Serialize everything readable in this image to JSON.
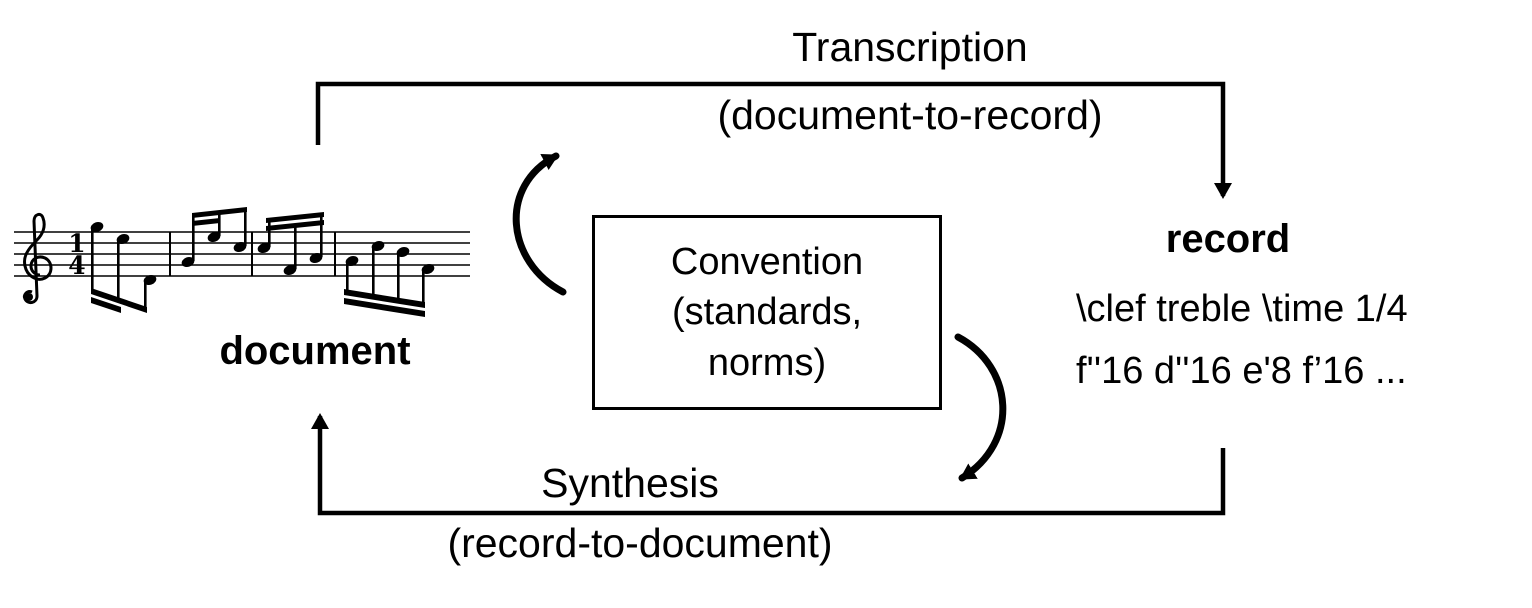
{
  "diagram": {
    "top_arrow": {
      "label": "Transcription",
      "sublabel": "(document-to-record)"
    },
    "bottom_arrow": {
      "label": "Synthesis",
      "sublabel": "(record-to-document)"
    },
    "center_box": {
      "line1": "Convention",
      "line2": "(standards,",
      "line3": "norms)"
    },
    "left_node": {
      "label": "document"
    },
    "right_node": {
      "label": "record",
      "code_line1": "\\clef treble \\time 1/4",
      "code_line2": "f''16 d''16 e'8 f’16 ..."
    },
    "music": {
      "time_signature_top": "1",
      "time_signature_bottom": "4"
    },
    "colors": {
      "ink": "#000000",
      "background": "#ffffff"
    }
  }
}
